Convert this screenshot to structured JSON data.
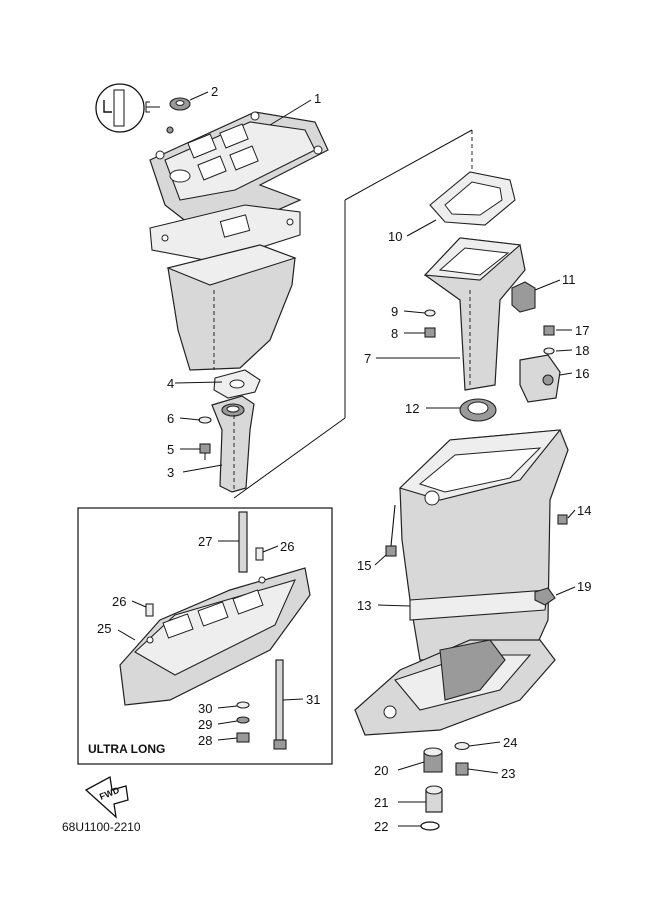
{
  "diagram": {
    "inset_title": "ULTRA LONG",
    "drawing_code": "68U1100-2210",
    "fwd_label": "FWD",
    "callouts": [
      {
        "id": "c1",
        "text": "1"
      },
      {
        "id": "c2",
        "text": "2"
      },
      {
        "id": "c3",
        "text": "3"
      },
      {
        "id": "c4",
        "text": "4"
      },
      {
        "id": "c5",
        "text": "5"
      },
      {
        "id": "c6",
        "text": "6"
      },
      {
        "id": "c7",
        "text": "7"
      },
      {
        "id": "c8",
        "text": "8"
      },
      {
        "id": "c9",
        "text": "9"
      },
      {
        "id": "c10",
        "text": "10"
      },
      {
        "id": "c11",
        "text": "11"
      },
      {
        "id": "c12",
        "text": "12"
      },
      {
        "id": "c13",
        "text": "13"
      },
      {
        "id": "c14",
        "text": "14"
      },
      {
        "id": "c15",
        "text": "15"
      },
      {
        "id": "c16",
        "text": "16"
      },
      {
        "id": "c17",
        "text": "17"
      },
      {
        "id": "c18",
        "text": "18"
      },
      {
        "id": "c19",
        "text": "19"
      },
      {
        "id": "c20",
        "text": "20"
      },
      {
        "id": "c21",
        "text": "21"
      },
      {
        "id": "c22",
        "text": "22"
      },
      {
        "id": "c23",
        "text": "23"
      },
      {
        "id": "c24",
        "text": "24"
      },
      {
        "id": "c25",
        "text": "25"
      },
      {
        "id": "c26a",
        "text": "26"
      },
      {
        "id": "c26b",
        "text": "26"
      },
      {
        "id": "c27",
        "text": "27"
      },
      {
        "id": "c28",
        "text": "28"
      },
      {
        "id": "c29",
        "text": "29"
      },
      {
        "id": "c30",
        "text": "30"
      },
      {
        "id": "c31",
        "text": "31"
      }
    ],
    "colors": {
      "line": "#111111",
      "part": "#d8d8d8",
      "background": "#ffffff"
    }
  }
}
